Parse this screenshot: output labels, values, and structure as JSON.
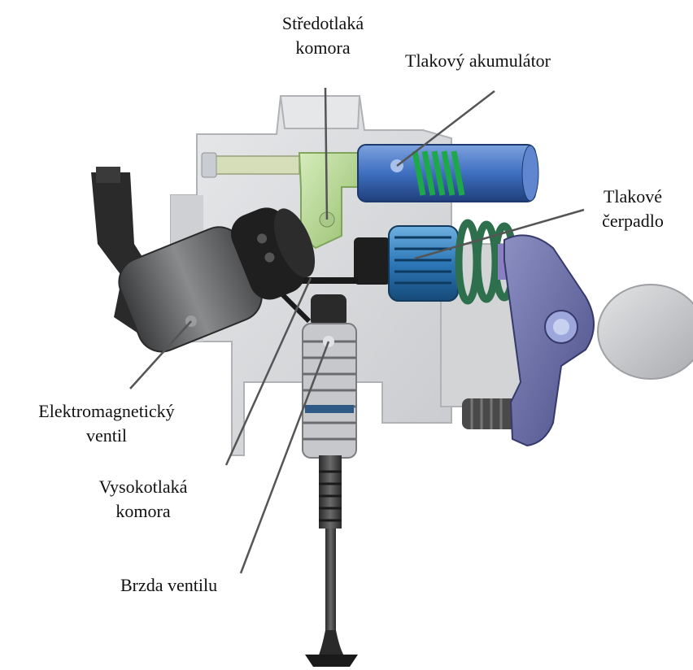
{
  "labels": {
    "medium_pressure_chamber": "Středotlaká\nkomora",
    "pressure_accumulator": "Tlakový akumulátor",
    "pressure_pump": "Tlakové\nčerpadlo",
    "solenoid_valve": "Elektromagnetický\nventil",
    "high_pressure_chamber": "Vysokotlaká\nkomora",
    "valve_brake": "Brzda ventilu"
  },
  "colors": {
    "housing": "#d9dadc",
    "housing_shadow": "#b9bbbe",
    "medium_pressure_chamber": "#b9d89a",
    "accumulator": "#4a78c4",
    "spring": "#1fa84a",
    "pump": "#2f7fc0",
    "pump_spring": "#2e6f4e",
    "solenoid": "#5a5b5d",
    "connector": "#2a2a2a",
    "rocker_arm": "#6a6fa8",
    "cam": "#c7c8ca",
    "valve": "#3a3a3a",
    "leader_line": "#555555"
  }
}
